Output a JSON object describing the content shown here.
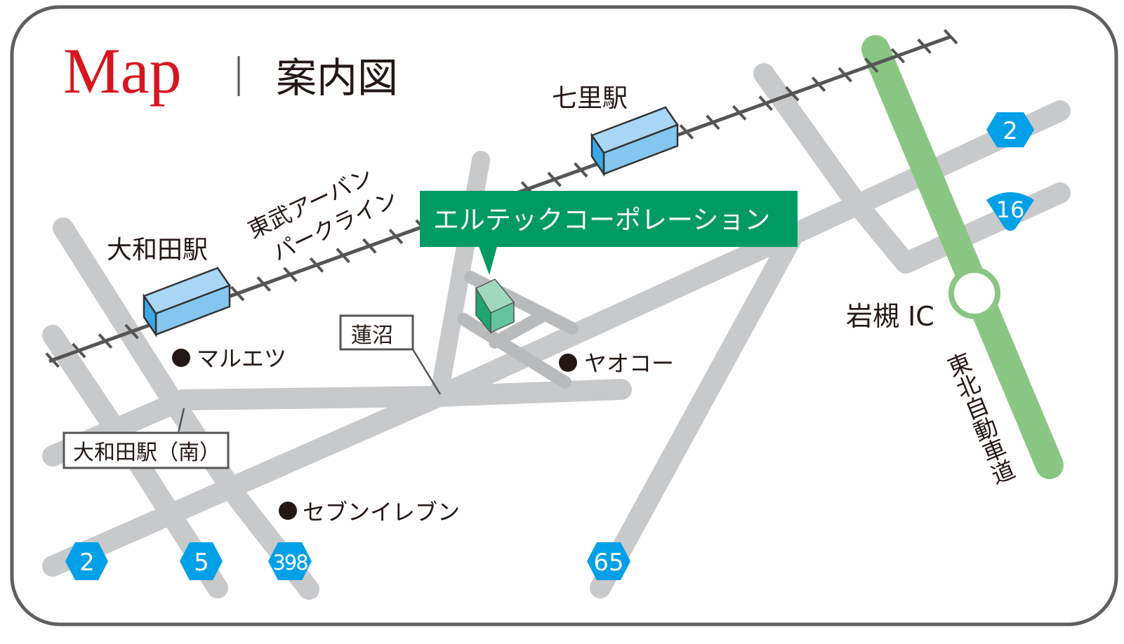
{
  "header": {
    "title_en": "Map",
    "separator": "|",
    "title_ja": "案内図"
  },
  "company": {
    "name": "エルテックコーポレーション",
    "callout_color": "#009a63",
    "building_color": "#5fc39b"
  },
  "railway": {
    "line_name_line1": "東武アーバン",
    "line_name_line2": "パークライン",
    "stations": [
      {
        "name": "大和田駅"
      },
      {
        "name": "七里駅"
      }
    ]
  },
  "expressway": {
    "name": "東北自動車道",
    "interchange": "岩槻 IC",
    "color": "#8ac683"
  },
  "bus_stops": [
    {
      "name": "大和田駅（南）"
    },
    {
      "name": "蓮沼"
    }
  ],
  "landmarks": [
    {
      "bullet": "●",
      "name": "マルエツ"
    },
    {
      "bullet": "●",
      "name": "ヤオコー"
    },
    {
      "bullet": "●",
      "name": "セブンイレブン"
    }
  ],
  "route_shields": {
    "color": "#00a0e9",
    "top_right": [
      {
        "number": "2",
        "shape": "hexagon"
      },
      {
        "number": "16",
        "shape": "inverted-triangle"
      }
    ],
    "bottom": [
      {
        "number": "2",
        "shape": "hexagon"
      },
      {
        "number": "5",
        "shape": "hexagon"
      },
      {
        "number": "398",
        "shape": "hexagon"
      },
      {
        "number": "65",
        "shape": "hexagon"
      }
    ]
  }
}
